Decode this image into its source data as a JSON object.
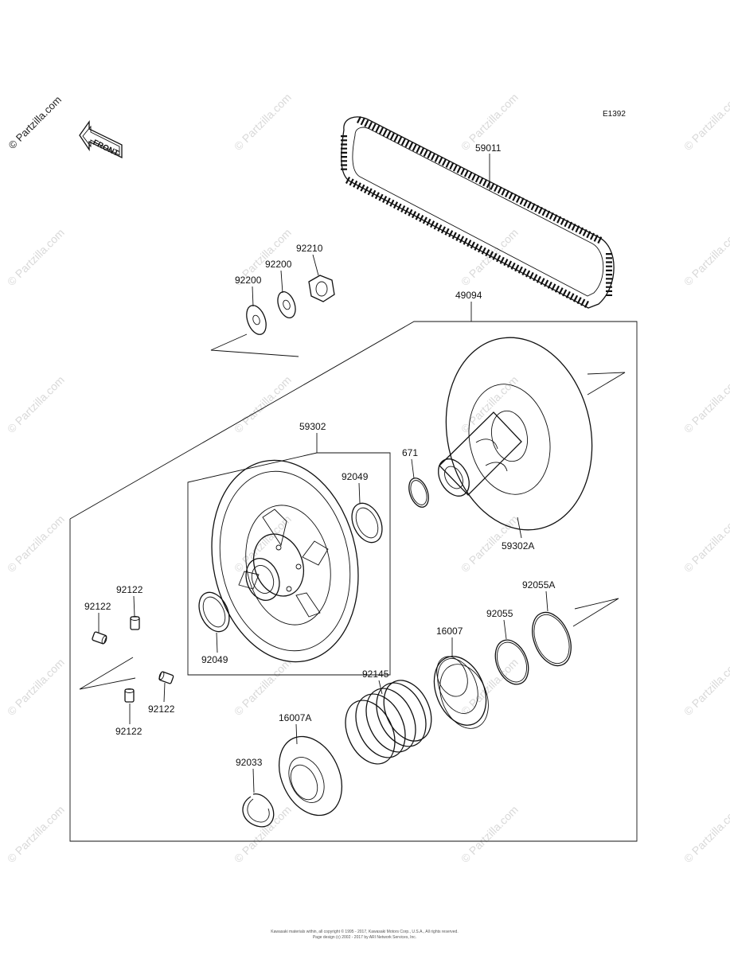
{
  "diagram_code": "E1392",
  "watermark_main": "© Partzilla.com",
  "watermark_repeat": "© Partzilla.com",
  "front_label": "FRONT",
  "callouts": {
    "p59011": "59011",
    "p92210": "92210",
    "p92200a": "92200",
    "p92200b": "92200",
    "p49094": "49094",
    "p59302": "59302",
    "p92049a": "92049",
    "p92049b": "92049",
    "p671": "671",
    "p59302A": "59302A",
    "p92055A": "92055A",
    "p92055": "92055",
    "p16007": "16007",
    "p92145": "92145",
    "p16007A": "16007A",
    "p92033": "92033",
    "p92122a": "92122",
    "p92122b": "92122",
    "p92122c": "92122",
    "p92122d": "92122"
  },
  "footer": {
    "line1": "Kawasaki materials within, all copyright © 1995 - 2017, Kawasaki Motors Corp., U.S.A., All rights reserved.",
    "line2": "Page design (c) 2002 - 2017 by ARI Network Services, Inc."
  }
}
